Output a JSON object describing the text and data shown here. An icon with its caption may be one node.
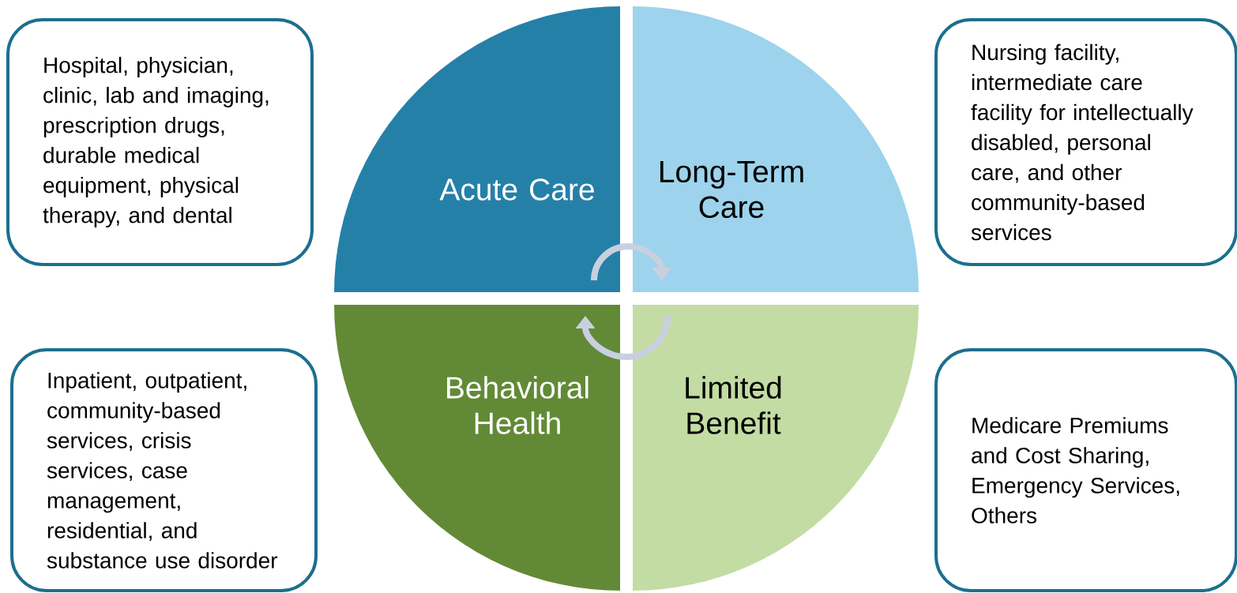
{
  "diagram": {
    "nodes": [
      {
        "text": [
          "Acute Care"
        ]
      },
      {
        "text": [
          "Long-Term Care"
        ]
      },
      {
        "text": [
          "Behavioral Health"
        ]
      },
      {
        "text": [
          "Limited Benefit"
        ]
      },
      {
        "text": [
          "Hospital, physician, clinic, lab and imaging, prescription drugs, durable medical equipment, physical therapy, and dental"
        ]
      },
      {
        "text": [
          "Nursing facility, intermediate care facility for intellectually disabled, personal care, and other community-based services"
        ]
      },
      {
        "text": [
          "Inpatient, outpatient, community-based services, crisis services, case management, residential, and substance use disorder"
        ]
      },
      {
        "text": [
          "Medicare Premiums and Cost Sharing, Emergency Services, Others"
        ]
      }
    ],
    "edges": [
      {
        "from": 0,
        "to": 1,
        "arrow": "to"
      },
      {
        "from": 3,
        "to": 2,
        "arrow": "to"
      }
    ]
  }
}
